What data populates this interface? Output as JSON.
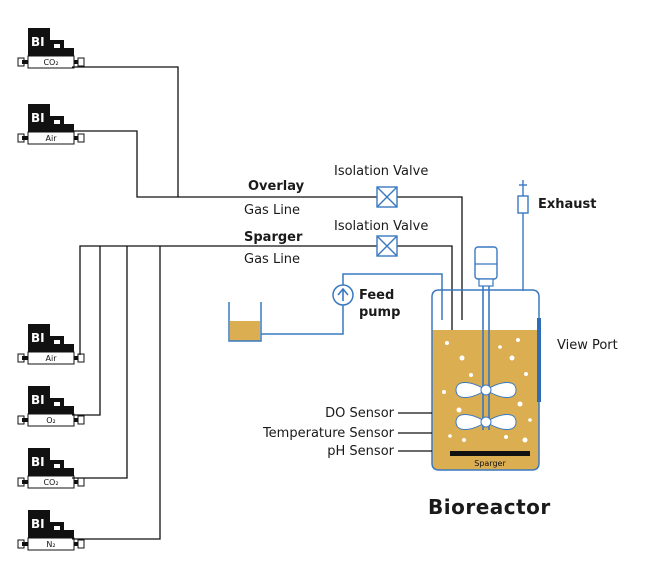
{
  "diagram": {
    "title": "Bioreactor",
    "overlay_label": "Overlay",
    "overlay_gasline": "Gas Line",
    "sparger_label": "Sparger",
    "sparger_gasline": "Gas Line",
    "isolation_valve_top": "Isolation Valve",
    "isolation_valve_bottom": "Isolation Valve",
    "exhaust": "Exhaust",
    "feed_pump_line1": "Feed",
    "feed_pump_line2": "pump",
    "view_port": "View Port",
    "do_sensor": "DO Sensor",
    "temp_sensor": "Temperature Sensor",
    "ph_sensor": "pH Sensor",
    "sparger_bar": "Sparger",
    "mfc_logo": "BI",
    "mfcs": [
      {
        "gas": "CO₂"
      },
      {
        "gas": "Air"
      },
      {
        "gas": "Air"
      },
      {
        "gas": "O₂"
      },
      {
        "gas": "CO₂"
      },
      {
        "gas": "N₂"
      }
    ]
  },
  "colors": {
    "liquid": "#dcae52",
    "vessel_outline": "#3a78c0",
    "line": "#111111",
    "bubble": "#ffffff",
    "mfc_body": "#111111"
  }
}
